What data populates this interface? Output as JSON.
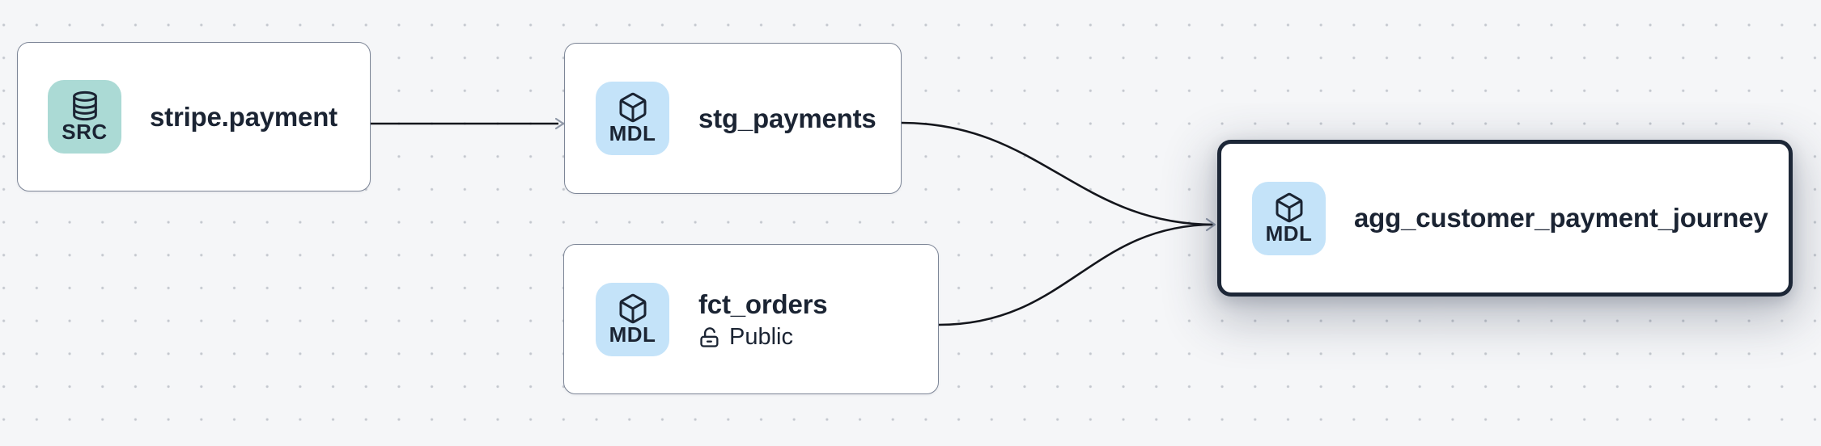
{
  "canvas": {
    "background_color": "#f5f6f8",
    "dot_color": "#c3c7ce",
    "edge_color": "#14161c",
    "arrowhead_color": "#9099a8",
    "node_border_color": "#7d8697",
    "selected_node_border_color": "#1d2737",
    "text_color": "#1b2433"
  },
  "nodes": [
    {
      "id": "stripe.payment",
      "title": "stripe.payment",
      "type": "source",
      "selected": false,
      "badge": {
        "label": "SRC",
        "icon": "database-icon",
        "color": "#abdad5"
      }
    },
    {
      "id": "stg_payments",
      "title": "stg_payments",
      "type": "model",
      "selected": false,
      "badge": {
        "label": "MDL",
        "icon": "cube-icon",
        "color": "#c4e3f9"
      }
    },
    {
      "id": "fct_orders",
      "title": "fct_orders",
      "type": "model",
      "selected": false,
      "badge": {
        "label": "MDL",
        "icon": "cube-icon",
        "color": "#c4e3f9"
      },
      "access": {
        "icon": "unlock-icon",
        "label": "Public"
      }
    },
    {
      "id": "agg_customer_payment_journey",
      "title": "agg_customer_payment_journey",
      "type": "model",
      "selected": true,
      "badge": {
        "label": "MDL",
        "icon": "cube-icon",
        "color": "#c4e3f9"
      }
    }
  ],
  "edges": [
    {
      "from": "stripe.payment",
      "to": "stg_payments"
    },
    {
      "from": "stg_payments",
      "to": "agg_customer_payment_journey"
    },
    {
      "from": "fct_orders",
      "to": "agg_customer_payment_journey"
    }
  ]
}
